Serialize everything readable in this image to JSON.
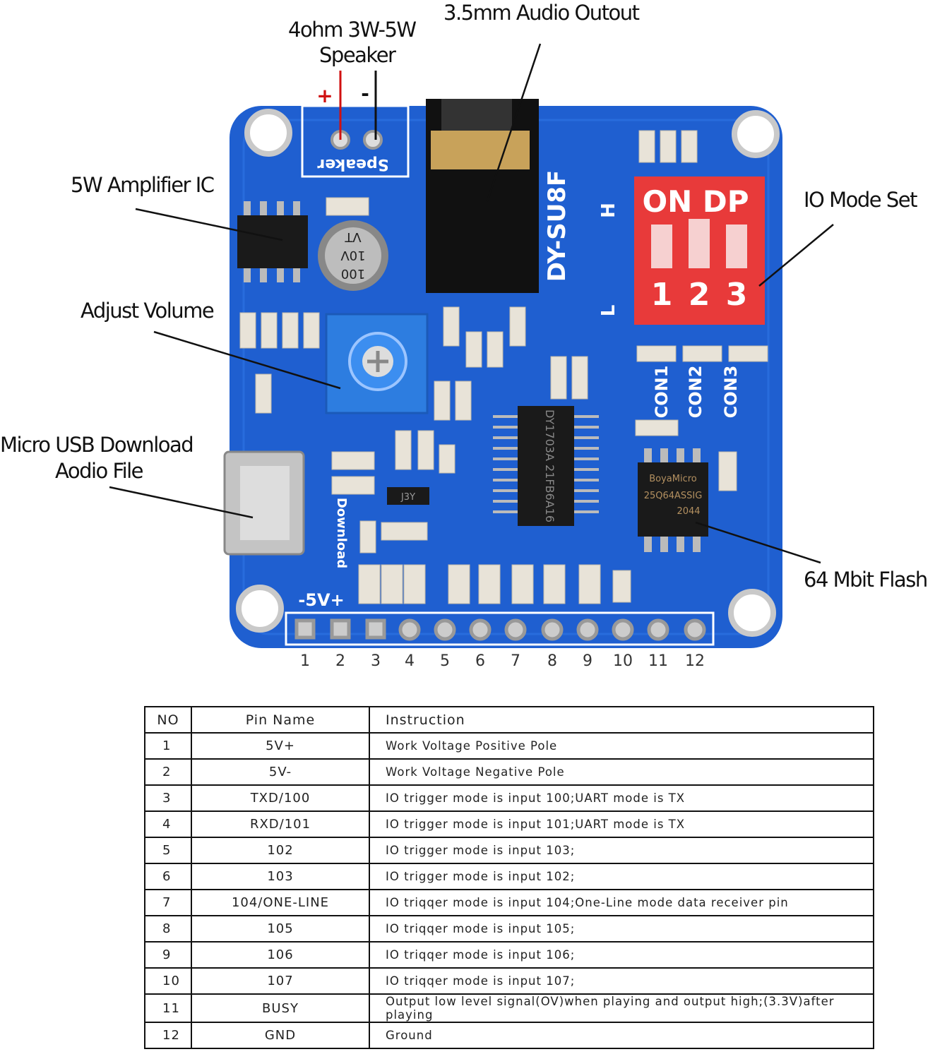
{
  "callouts": {
    "audio_out": "3.5mm Audio Outout",
    "speaker_line1": "4ohm 3W-5W",
    "speaker_line2": "Speaker",
    "speaker_plus": "+",
    "speaker_minus": "-",
    "amplifier": "5W Amplifier IC",
    "io_mode": "IO Mode Set",
    "volume": "Adjust Volume",
    "usb_line1": "Micro USB Download",
    "usb_line2": "Aodio File",
    "flash": "64 Mbit Flash"
  },
  "board": {
    "model": "DY-SU8F",
    "speaker_silk": "Speaker",
    "download_silk": "Download",
    "power_silk": "-5V+",
    "dip_label": "ON DP",
    "dip_numbers": [
      "1",
      "2",
      "3"
    ],
    "h_label": "H",
    "l_label": "L",
    "con_labels": [
      "CON1",
      "CON2",
      "CON3"
    ],
    "main_chip": "DY1703A 21FB6A16",
    "flash_chip": [
      "BoyaMicro",
      "25Q64ASSIG",
      "2044"
    ],
    "transistor": "J3Y",
    "capacitor": [
      "100",
      "10V",
      "VT"
    ],
    "colors": {
      "pcb": "#1f5fd0",
      "dip": "#e83a3a",
      "wire_plus": "#d01010"
    }
  },
  "pin_numbers": [
    "1",
    "2",
    "3",
    "4",
    "5",
    "6",
    "7",
    "8",
    "9",
    "10",
    "11",
    "12"
  ],
  "table": {
    "headers": [
      "NO",
      "Pin Name",
      "Instruction"
    ],
    "rows": [
      [
        "1",
        "5V+",
        "Work Voltage Positive Pole"
      ],
      [
        "2",
        "5V-",
        "Work Voltage Negative Pole"
      ],
      [
        "3",
        "TXD/100",
        "IO trigger mode is input 100;UART mode is TX"
      ],
      [
        "4",
        "RXD/101",
        "IO trigger mode is input 101;UART mode is TX"
      ],
      [
        "5",
        "102",
        "IO trigger mode is input 103;"
      ],
      [
        "6",
        "103",
        "IO trigger mode is input 102;"
      ],
      [
        "7",
        "104/ONE-LINE",
        "IO triqqer mode is input 104;One-Line mode data receiver pin"
      ],
      [
        "8",
        "105",
        "IO triqqer mode is input 105;"
      ],
      [
        "9",
        "106",
        "IO triqqer mode is input 106;"
      ],
      [
        "10",
        "107",
        "IO triqqer mode is input 107;"
      ],
      [
        "11",
        "BUSY",
        "Output low level signal(OV)when playing and output high;(3.3V)after playing"
      ],
      [
        "12",
        "GND",
        "Ground"
      ]
    ]
  }
}
